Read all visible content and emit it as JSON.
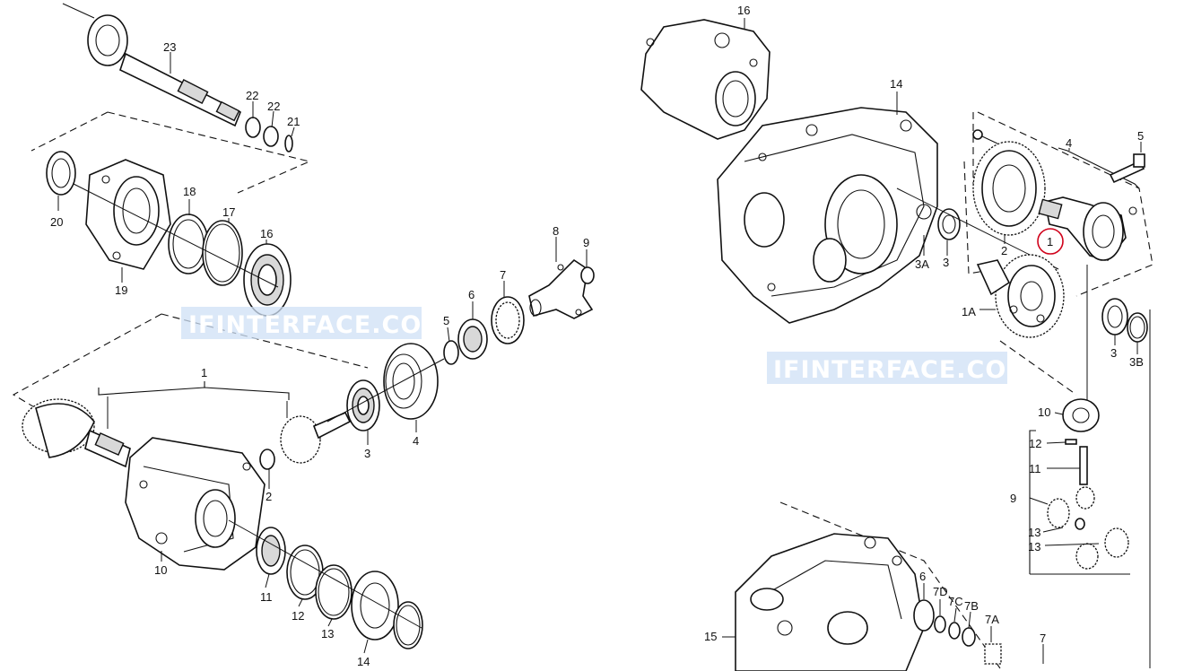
{
  "watermark": {
    "text": "IFINTERFACE.COM"
  },
  "labels": {
    "l23": "23",
    "l22a": "22",
    "l22b": "22",
    "l21": "21",
    "l20": "20",
    "l19": "19",
    "l18": "18",
    "l17": "17",
    "l16": "16",
    "l1": "1",
    "l2": "2",
    "l3": "3",
    "l4": "4",
    "l5": "5",
    "l6": "6",
    "l7": "7",
    "l8": "8",
    "l9": "9",
    "l10": "10",
    "l11": "11",
    "l12": "12",
    "l13": "13",
    "l14": "14",
    "r16": "16",
    "r14": "14",
    "r4": "4",
    "r5": "5",
    "r2": "2",
    "r1": "1",
    "r3": "3",
    "r3A": "3A",
    "r1A": "1A",
    "r3b": "3",
    "r3B": "3B",
    "r10": "10",
    "r12": "12",
    "r11": "11",
    "r9": "9",
    "r13a": "13",
    "r13b": "13",
    "r15": "15",
    "r6": "6",
    "r7D": "7D",
    "r7C": "7C",
    "r7B": "7B",
    "r7A": "7A",
    "r7": "7"
  },
  "colors": {
    "highlight": "#d0021b",
    "watermark_bg": "#cfe0f5",
    "line": "#111111"
  }
}
